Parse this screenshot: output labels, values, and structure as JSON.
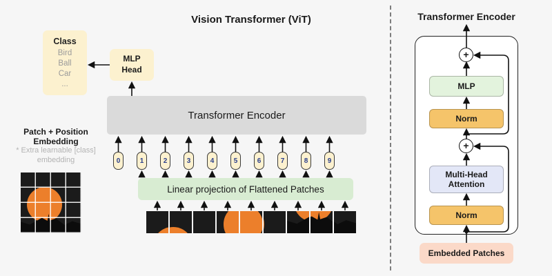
{
  "diagram": {
    "title": "Vision Transformer (ViT)",
    "class_box": {
      "title": "Class",
      "items": [
        "Bird",
        "Ball",
        "Car",
        "..."
      ]
    },
    "mlp_head_label": "MLP Head",
    "encoder_label": "Transformer Encoder",
    "tokens": [
      "0",
      "1",
      "2",
      "3",
      "4",
      "5",
      "6",
      "7",
      "8",
      "9"
    ],
    "linear_projection_label": "Linear projection of Flattened Patches",
    "patch_embedding_label": "Patch + Position Embedding",
    "patch_embedding_note": "* Extra learnable [class] embedding",
    "num_patches": 9
  },
  "encoder_detail": {
    "title": "Transformer Encoder",
    "mlp_label": "MLP",
    "norm_top_label": "Norm",
    "attention_label": "Multi-Head Attention",
    "norm_bottom_label": "Norm",
    "embedded_patches_label": "Embedded Patches",
    "residual_symbol": "+"
  },
  "colors": {
    "background": "#f6f6f6",
    "cream_box": "#fcf1cf",
    "encoder_gray": "#dadada",
    "projection_green": "#d8ecd2",
    "mlp_green": "#e3f3dd",
    "norm_orange": "#f5c46a",
    "attention_lavender": "#e3e7f7",
    "embedded_salmon": "#fbd9c8",
    "token_number_blue": "#2b3f8c",
    "sun_orange": "#ec7f2b"
  }
}
